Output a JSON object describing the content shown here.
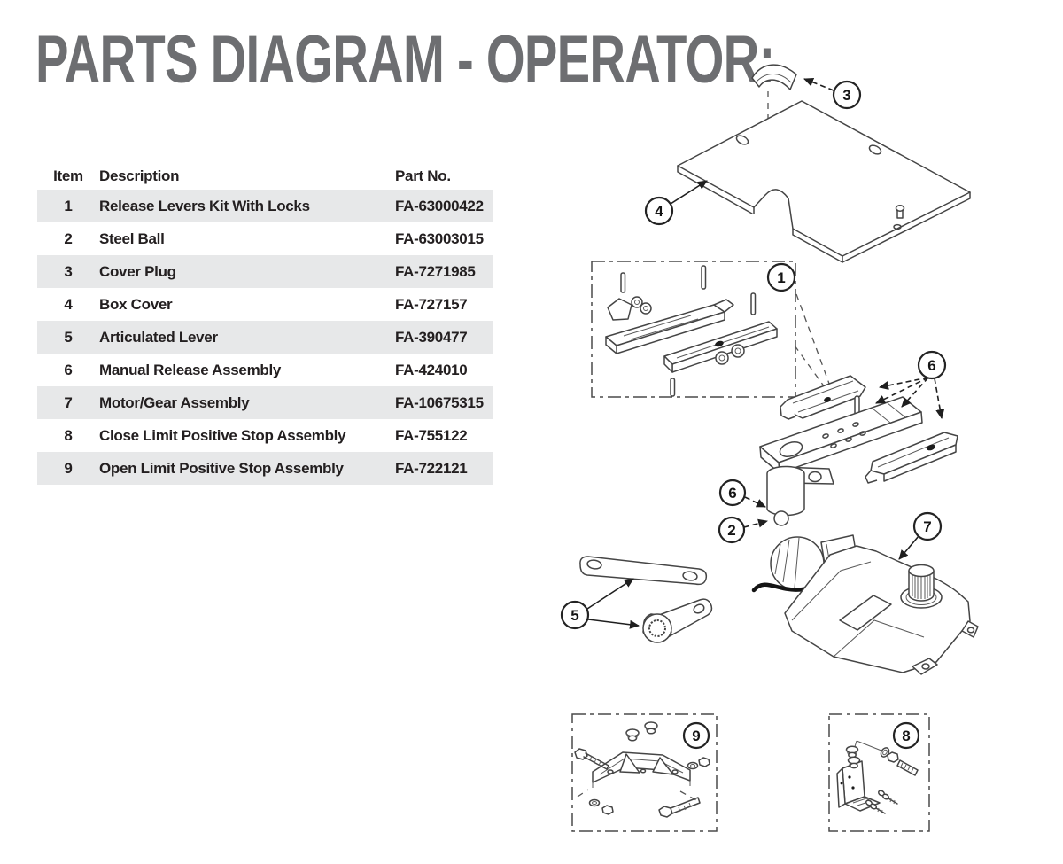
{
  "title": "PARTS DIAGRAM - OPERATOR:",
  "table": {
    "headers": {
      "item": "Item",
      "description": "Description",
      "part_no": "Part No."
    },
    "rows": [
      {
        "item": "1",
        "description": "Release Levers Kit With Locks",
        "part_no": "FA-63000422"
      },
      {
        "item": "2",
        "description": "Steel Ball",
        "part_no": "FA-63003015"
      },
      {
        "item": "3",
        "description": "Cover Plug",
        "part_no": "FA-7271985"
      },
      {
        "item": "4",
        "description": "Box Cover",
        "part_no": "FA-727157"
      },
      {
        "item": "5",
        "description": "Articulated Lever",
        "part_no": "FA-390477"
      },
      {
        "item": "6",
        "description": "Manual Release Assembly",
        "part_no": "FA-424010"
      },
      {
        "item": "7",
        "description": "Motor/Gear Assembly",
        "part_no": "FA-10675315"
      },
      {
        "item": "8",
        "description": "Close Limit Positive Stop Assembly",
        "part_no": "FA-755122"
      },
      {
        "item": "9",
        "description": "Open Limit Positive Stop Assembly",
        "part_no": "FA-722121"
      }
    ]
  },
  "diagram": {
    "callouts": {
      "c1": "1",
      "c2": "2",
      "c3": "3",
      "c4": "4",
      "c5": "5",
      "c6": "6",
      "c7": "7",
      "c8": "8",
      "c9": "9"
    }
  },
  "colors": {
    "title": "#6d6e71",
    "row_shade": "#e7e8e9",
    "table_text": "#231f20",
    "line": "#454545"
  }
}
